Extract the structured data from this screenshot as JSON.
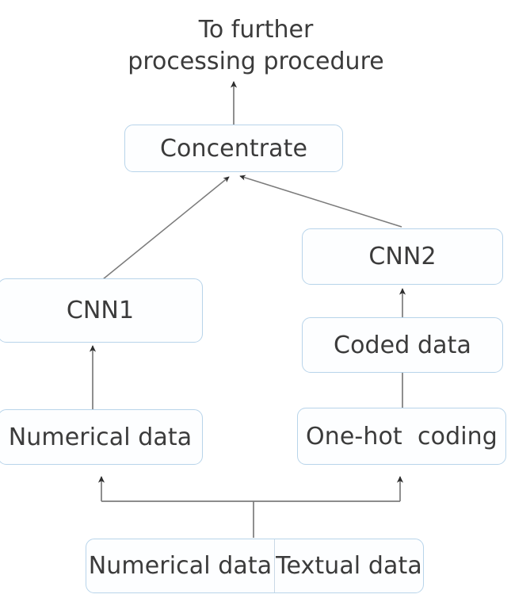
{
  "diagram": {
    "title_note": "To further\nprocessing procedure",
    "nodes": [
      {
        "id": "concentrate",
        "label": "Concentrate"
      },
      {
        "id": "cnn1",
        "label": "CNN1"
      },
      {
        "id": "cnn2",
        "label": "CNN2"
      },
      {
        "id": "coded_data",
        "label": "Coded data"
      },
      {
        "id": "numerical_data",
        "label": "Numerical data"
      },
      {
        "id": "onehot_coding",
        "label": "One-hot  coding"
      }
    ],
    "source_box": {
      "left_label": "Numerical data",
      "right_label": "Textual data"
    },
    "edges": [
      {
        "from": "concentrate",
        "to": "to-further-processing",
        "style": "straight-up"
      },
      {
        "from": "cnn1",
        "to": "concentrate",
        "style": "diagonal"
      },
      {
        "from": "cnn2",
        "to": "concentrate",
        "style": "diagonal"
      },
      {
        "from": "numerical_data",
        "to": "cnn1",
        "style": "straight-up"
      },
      {
        "from": "onehot_coding",
        "to": "coded_data",
        "style": "straight-up"
      },
      {
        "from": "coded_data",
        "to": "cnn2",
        "style": "straight-up"
      },
      {
        "from": "source_box",
        "to": "numerical_data",
        "style": "elbow"
      },
      {
        "from": "source_box",
        "to": "onehot_coding",
        "style": "elbow"
      }
    ],
    "colors": {
      "box_border": "#b8d4ea",
      "box_fill": "#fdfeff",
      "text": "#3b3b3b",
      "arrow": "#5b5b5b",
      "background": "#ffffff"
    }
  }
}
